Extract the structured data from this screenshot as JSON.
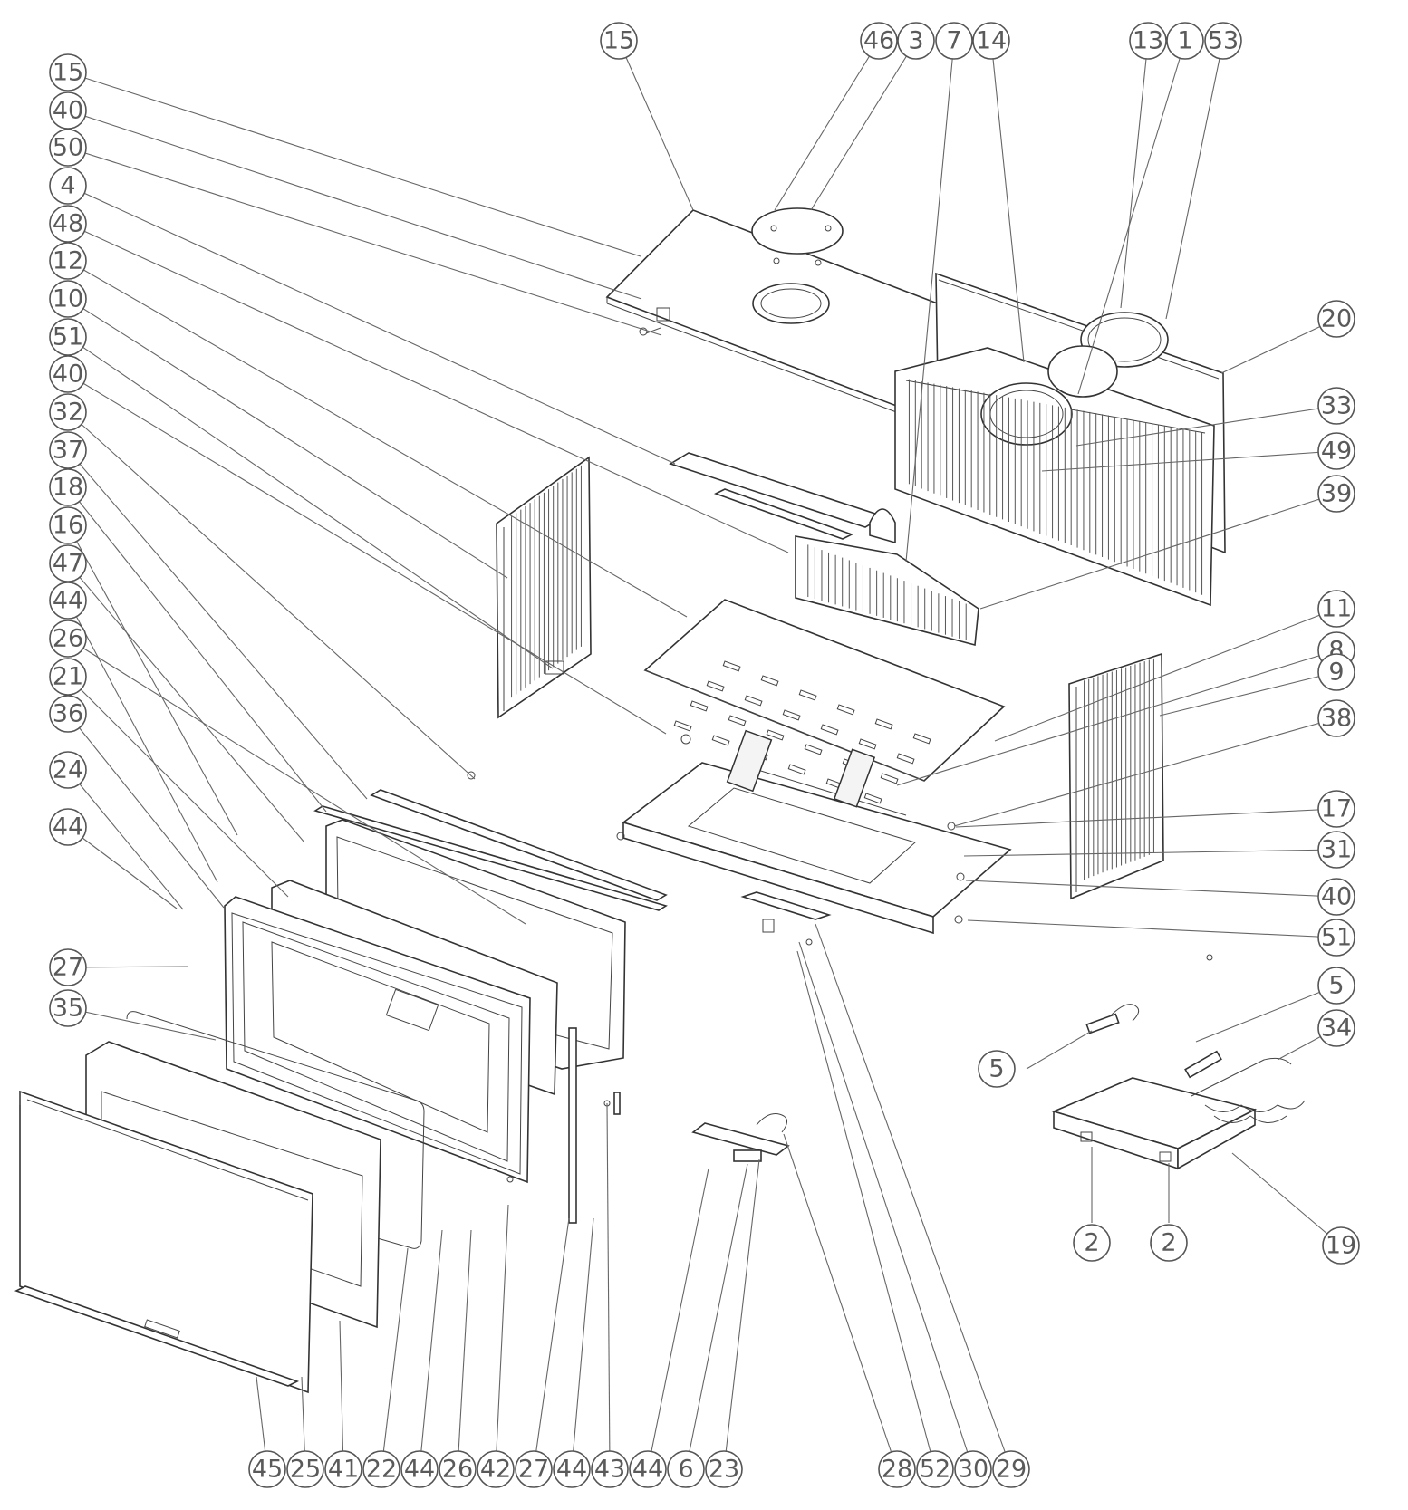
{
  "diagram": {
    "callouts": [
      {
        "id": "c-15-top",
        "label": "15"
      },
      {
        "id": "c-46",
        "label": "46"
      },
      {
        "id": "c-3",
        "label": "3"
      },
      {
        "id": "c-7",
        "label": "7"
      },
      {
        "id": "c-14",
        "label": "14"
      },
      {
        "id": "c-13",
        "label": "13"
      },
      {
        "id": "c-1",
        "label": "1"
      },
      {
        "id": "c-53",
        "label": "53"
      },
      {
        "id": "c-15-left",
        "label": "15"
      },
      {
        "id": "c-40-a",
        "label": "40"
      },
      {
        "id": "c-50",
        "label": "50"
      },
      {
        "id": "c-4",
        "label": "4"
      },
      {
        "id": "c-48",
        "label": "48"
      },
      {
        "id": "c-12",
        "label": "12"
      },
      {
        "id": "c-10",
        "label": "10"
      },
      {
        "id": "c-51-left",
        "label": "51"
      },
      {
        "id": "c-40-b",
        "label": "40"
      },
      {
        "id": "c-32",
        "label": "32"
      },
      {
        "id": "c-37",
        "label": "37"
      },
      {
        "id": "c-18",
        "label": "18"
      },
      {
        "id": "c-16",
        "label": "16"
      },
      {
        "id": "c-47",
        "label": "47"
      },
      {
        "id": "c-44-a",
        "label": "44"
      },
      {
        "id": "c-26-left",
        "label": "26"
      },
      {
        "id": "c-21",
        "label": "21"
      },
      {
        "id": "c-36",
        "label": "36"
      },
      {
        "id": "c-24",
        "label": "24"
      },
      {
        "id": "c-44-b",
        "label": "44"
      },
      {
        "id": "c-27-left",
        "label": "27"
      },
      {
        "id": "c-35",
        "label": "35"
      },
      {
        "id": "c-20",
        "label": "20"
      },
      {
        "id": "c-33",
        "label": "33"
      },
      {
        "id": "c-49",
        "label": "49"
      },
      {
        "id": "c-39",
        "label": "39"
      },
      {
        "id": "c-11",
        "label": "11"
      },
      {
        "id": "c-8",
        "label": "8"
      },
      {
        "id": "c-9",
        "label": "9"
      },
      {
        "id": "c-38",
        "label": "38"
      },
      {
        "id": "c-17",
        "label": "17"
      },
      {
        "id": "c-31",
        "label": "31"
      },
      {
        "id": "c-40-c",
        "label": "40"
      },
      {
        "id": "c-51-right",
        "label": "51"
      },
      {
        "id": "c-5-right",
        "label": "5"
      },
      {
        "id": "c-34",
        "label": "34"
      },
      {
        "id": "c-5-left",
        "label": "5"
      },
      {
        "id": "c-2-a",
        "label": "2"
      },
      {
        "id": "c-2-b",
        "label": "2"
      },
      {
        "id": "c-19",
        "label": "19"
      },
      {
        "id": "c-45",
        "label": "45"
      },
      {
        "id": "c-25",
        "label": "25"
      },
      {
        "id": "c-41",
        "label": "41"
      },
      {
        "id": "c-22",
        "label": "22"
      },
      {
        "id": "c-44-c",
        "label": "44"
      },
      {
        "id": "c-26-bottom",
        "label": "26"
      },
      {
        "id": "c-42",
        "label": "42"
      },
      {
        "id": "c-27-bottom",
        "label": "27"
      },
      {
        "id": "c-44-d",
        "label": "44"
      },
      {
        "id": "c-43",
        "label": "43"
      },
      {
        "id": "c-44-e",
        "label": "44"
      },
      {
        "id": "c-6",
        "label": "6"
      },
      {
        "id": "c-23",
        "label": "23"
      },
      {
        "id": "c-28",
        "label": "28"
      },
      {
        "id": "c-52",
        "label": "52"
      },
      {
        "id": "c-30",
        "label": "30"
      },
      {
        "id": "c-29",
        "label": "29"
      }
    ]
  }
}
